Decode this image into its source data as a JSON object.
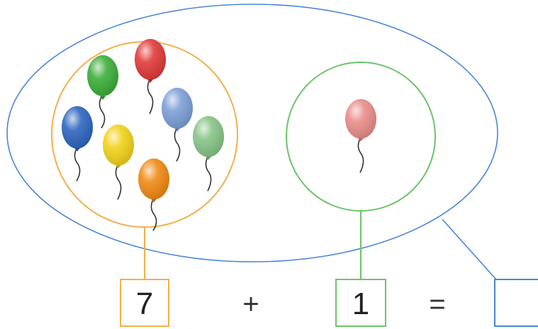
{
  "equation": {
    "left_value": "7",
    "operator_plus": "+",
    "right_value": "1",
    "operator_equals": "=",
    "result_value": ""
  },
  "groups": {
    "left_group": {
      "count": 7,
      "border_color": "#f3b04a",
      "balloon_colors": [
        "#3cae3a",
        "#e03a3a",
        "#2f66c0",
        "#7e9fd8",
        "#f2d21a",
        "#88c488",
        "#f08a14"
      ]
    },
    "right_group": {
      "count": 1,
      "border_color": "#6cc46a",
      "balloon_colors": [
        "#e98d8a"
      ]
    }
  },
  "total_outline_color": "#4a86d6",
  "result_box_color": "#4a86d6"
}
